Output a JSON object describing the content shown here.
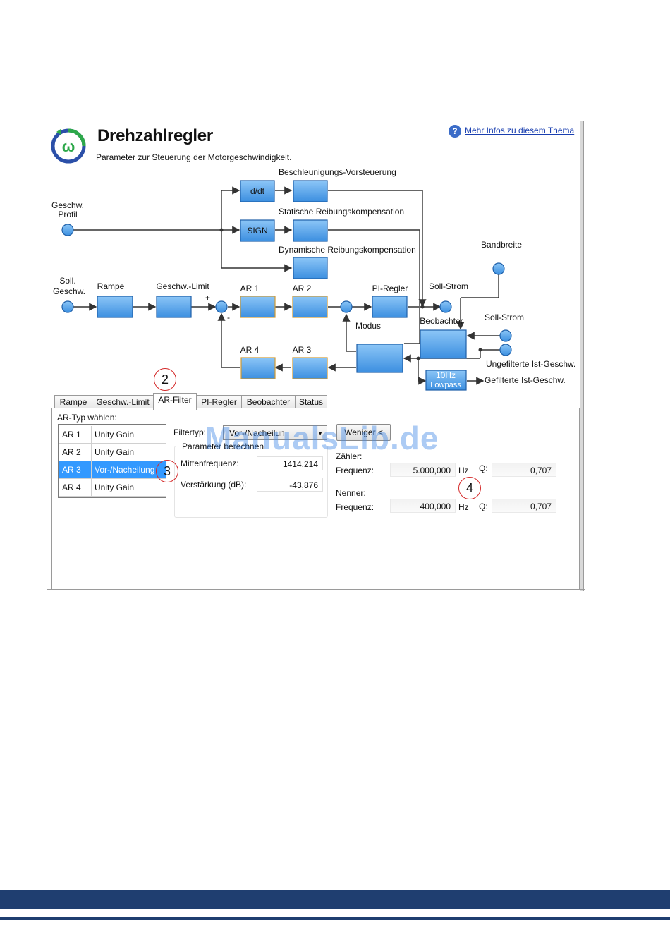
{
  "header": {
    "title": "Drehzahlregler",
    "subtitle": "Parameter zur Steuerung der Motorgeschwindigkeit.",
    "help_link": "Mehr Infos zu diesem Thema",
    "logo_glyph": "ω",
    "help_glyph": "?"
  },
  "diagram": {
    "labels": {
      "geschw_profil_1": "Geschw.",
      "geschw_profil_2": "Profil",
      "soll_geschw_1": "Soll.",
      "soll_geschw_2": "Geschw.",
      "rampe": "Rampe",
      "geschw_limit": "Geschw.-Limit",
      "plus": "+",
      "minus": "-",
      "ar1": "AR 1",
      "ar2": "AR 2",
      "ar3": "AR 3",
      "ar4": "AR 4",
      "pi_regler": "PI-Regler",
      "modus": "Modus",
      "soll_strom_top": "Soll-Strom",
      "bandbreite": "Bandbreite",
      "beobachter": "Beobachter",
      "soll_strom_right": "Soll-Strom",
      "ungefilterte": "Ungefilterte Ist-Geschw.",
      "gefilterte": "Gefilterte Ist-Geschw.",
      "beschleunigung": "Beschleunigungs-Vorsteuerung",
      "statische": "Statische Reibungskompensation",
      "dynamische": "Dynamische Reibungskompensation",
      "ddt": "d/dt",
      "sign": "SIGN",
      "lowpass_1": "10Hz",
      "lowpass_2": "Lowpass"
    }
  },
  "tabs": [
    {
      "label": "Rampe"
    },
    {
      "label": "Geschw.-Limit"
    },
    {
      "label": "AR-Filter"
    },
    {
      "label": "PI-Regler"
    },
    {
      "label": "Beobachter"
    },
    {
      "label": "Status"
    }
  ],
  "ar_filter": {
    "select_label": "AR-Typ wählen:",
    "rows": [
      {
        "name": "AR 1",
        "type": "Unity Gain"
      },
      {
        "name": "AR 2",
        "type": "Unity Gain"
      },
      {
        "name": "AR 3",
        "type": "Vor-/Nacheilung"
      },
      {
        "name": "AR 4",
        "type": "Unity Gain"
      }
    ],
    "filtertyp_label": "Filtertyp:",
    "filtertyp_value": "Vor-/Nacheilun",
    "less_button": "Weniger <",
    "param_group_label": "Parameter berechnen",
    "mittenfrequenz_label": "Mittenfrequenz:",
    "mittenfrequenz_value": "1414,214",
    "verstaerkung_label": "Verstärkung (dB):",
    "verstaerkung_value": "-43,876",
    "zaehler_label": "Zähler:",
    "zaehler_frequenz_label": "Frequenz:",
    "zaehler_frequenz_value": "5.000,000",
    "zaehler_unit": "Hz",
    "zaehler_q_label": "Q:",
    "zaehler_q_value": "0,707",
    "nenner_label": "Nenner:",
    "nenner_frequenz_label": "Frequenz:",
    "nenner_frequenz_value": "400,000",
    "nenner_unit": "Hz",
    "nenner_q_label": "Q:",
    "nenner_q_value": "0,707"
  },
  "callouts": [
    "2",
    "3",
    "4"
  ],
  "watermark": "ManualsLib.de",
  "colors": {
    "block_fill": "#4ea3ef",
    "block_border": "#1e5fa8",
    "accent_blue": "#1f3e70",
    "callout_red": "#d42a2a"
  }
}
